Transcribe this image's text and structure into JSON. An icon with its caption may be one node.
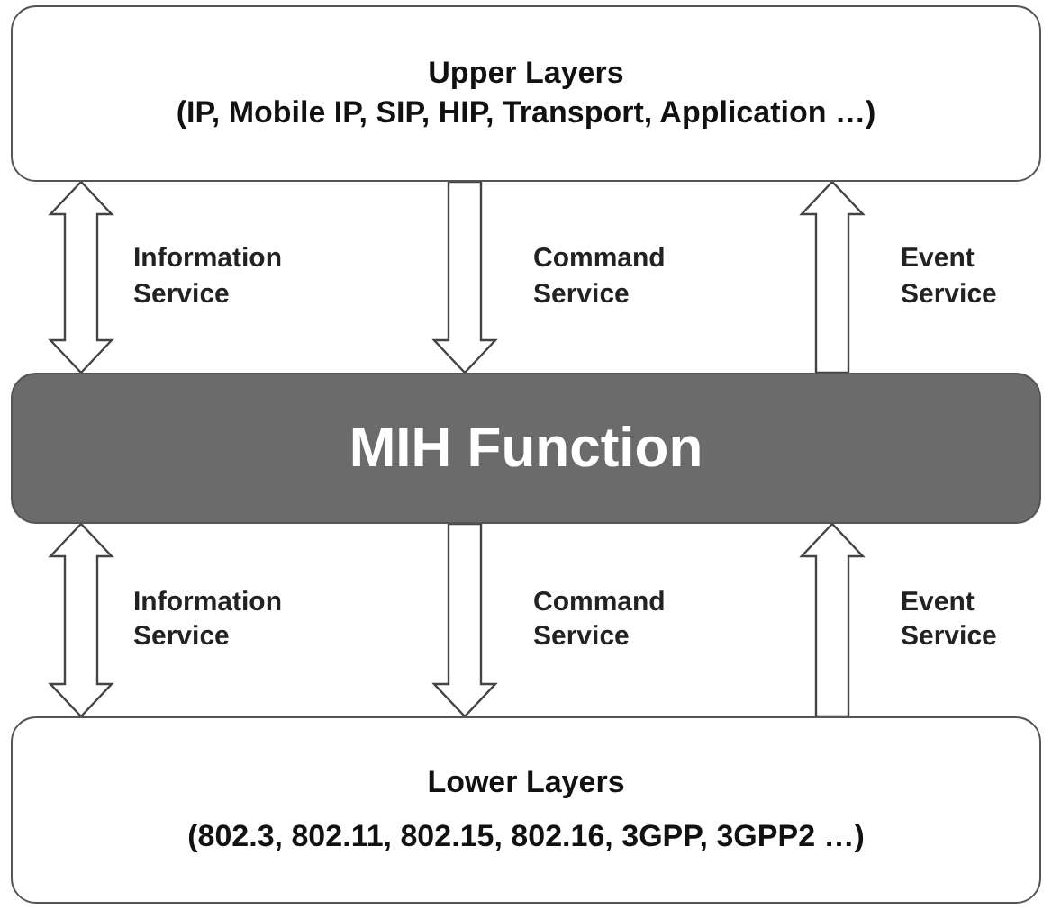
{
  "diagram": {
    "nodes": [
      {
        "text": [
          "Upper Layers",
          "(IP, Mobile IP, SIP, HIP, Transport, Application …)"
        ]
      },
      {
        "text": [
          "MIH Function"
        ]
      },
      {
        "text": [
          "Lower Layers",
          "(802.3, 802.11, 802.15, 802.16, 3GPP, 3GPP2 …)"
        ]
      }
    ],
    "edges": [
      {
        "from": 0,
        "to": 1,
        "arrow": "both",
        "label": "Information Service"
      },
      {
        "from": 0,
        "to": 1,
        "arrow": "to",
        "label": "Command Service"
      },
      {
        "from": 1,
        "to": 0,
        "arrow": "to",
        "label": "Event Service"
      },
      {
        "from": 1,
        "to": 2,
        "arrow": "both",
        "label": "Information Service"
      },
      {
        "from": 1,
        "to": 2,
        "arrow": "to",
        "label": "Command Service"
      },
      {
        "from": 2,
        "to": 1,
        "arrow": "to",
        "label": "Event Service"
      }
    ]
  }
}
